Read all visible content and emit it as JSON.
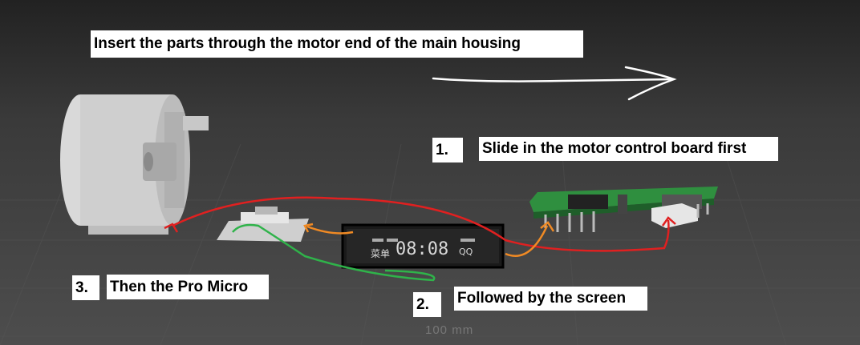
{
  "title": "Insert the parts through the motor end of the main housing",
  "steps": [
    {
      "number": "1.",
      "text": "Slide in the motor control board first"
    },
    {
      "number": "2.",
      "text": "Followed by the screen"
    },
    {
      "number": "3.",
      "text": "Then the Pro Micro"
    }
  ],
  "screen": {
    "time": "08:08",
    "left_glyphs": "菜单",
    "right_glyphs": "QQ"
  },
  "ruler_label": "100 mm",
  "colors": {
    "red": "#e02020",
    "orange": "#f08a24",
    "green": "#2fb34a",
    "arrow": "#ffffff",
    "pcb": "#2f8f3f"
  }
}
